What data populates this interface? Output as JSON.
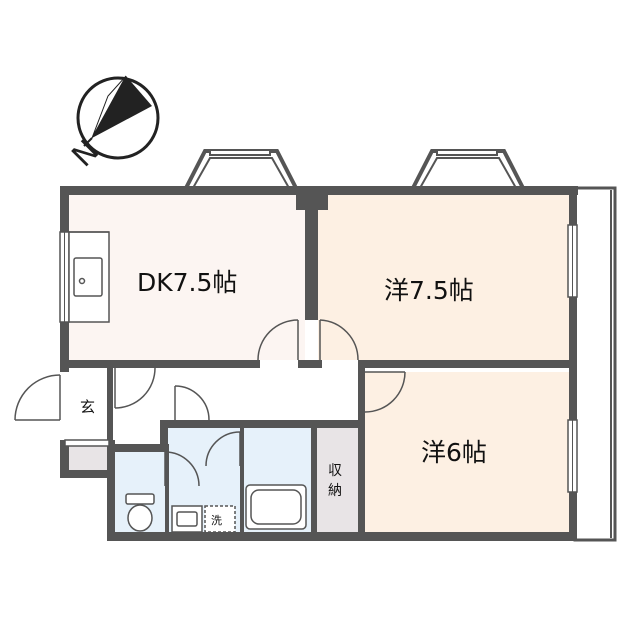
{
  "rooms": {
    "dk": {
      "label": "DK7.5帖"
    },
    "western_1": {
      "label": "洋7.5帖"
    },
    "western_2": {
      "label": "洋6帖"
    },
    "entrance": {
      "label": "玄"
    },
    "storage": {
      "label_line1": "収",
      "label_line2": "納"
    },
    "laundry": {
      "label": "洗"
    }
  },
  "compass": {
    "label": "N"
  },
  "colors": {
    "wall": "#555555",
    "dk_floor": "#fcf5f2",
    "western_floor": "#fdf0e3",
    "wet_floor": "#e6f1fa",
    "storage_floor": "#e8e4e6",
    "hall_floor": "#ffffff"
  }
}
